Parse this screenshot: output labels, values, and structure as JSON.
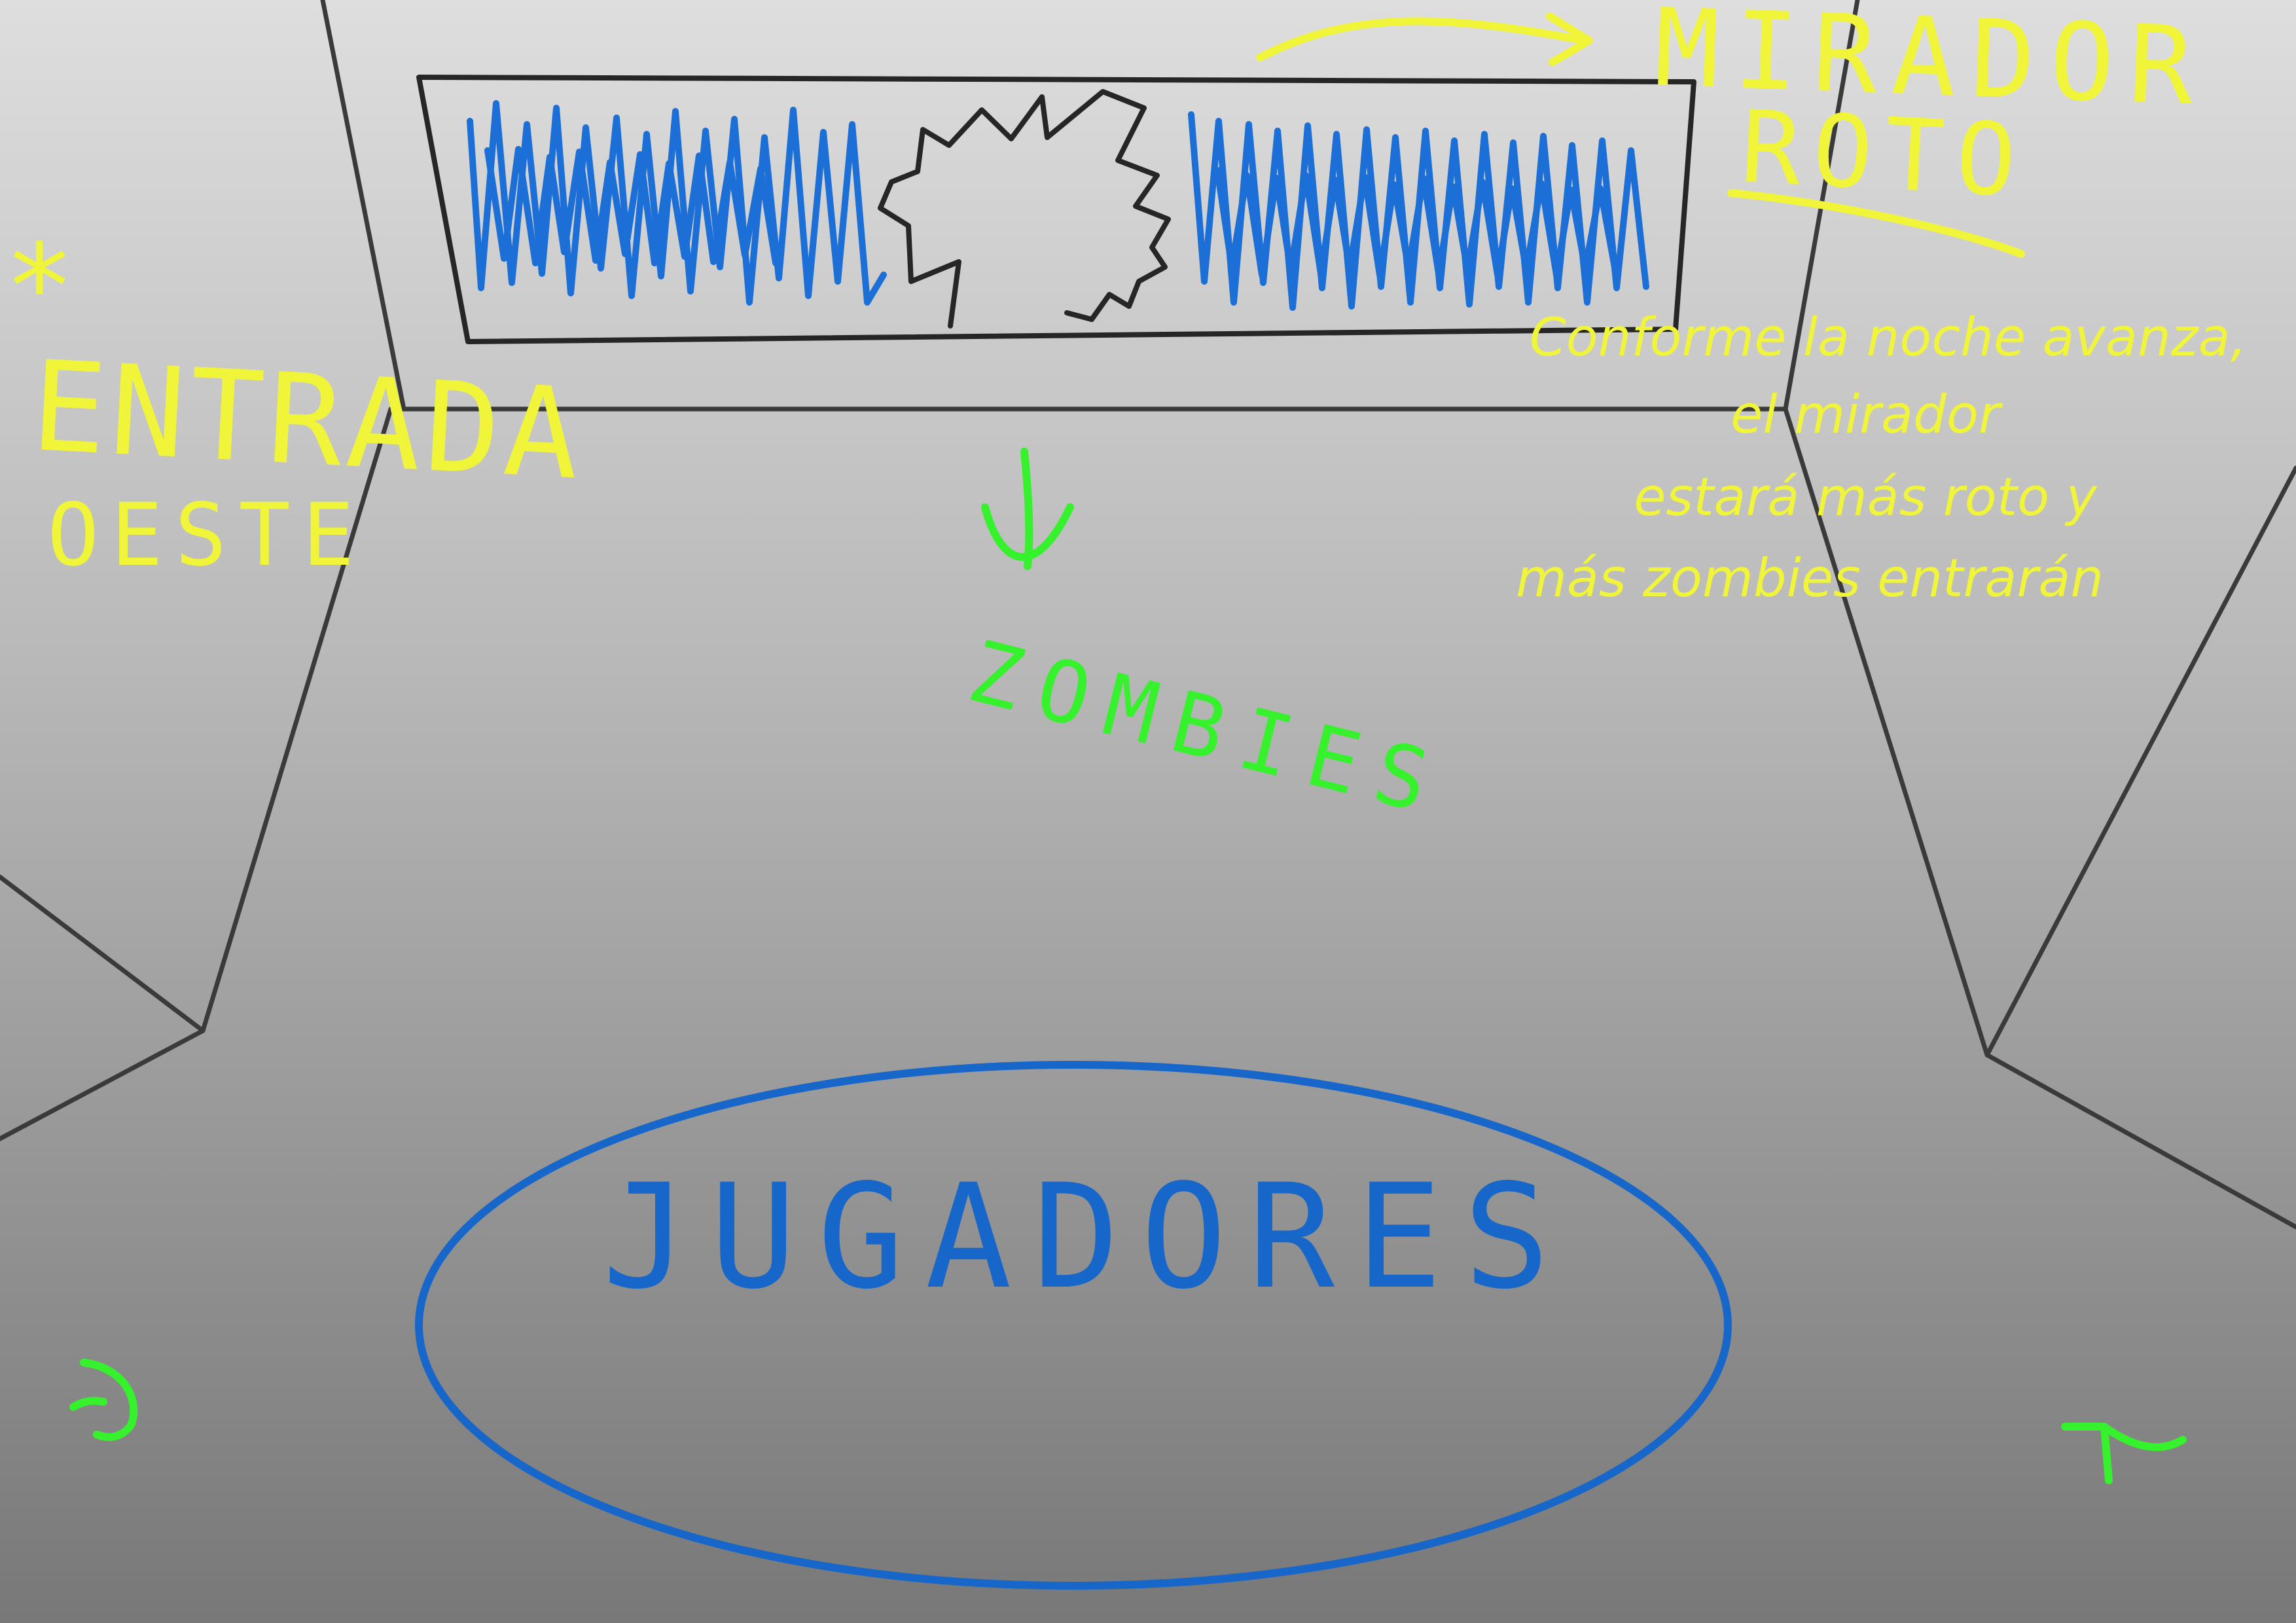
{
  "colors": {
    "wall_line": "#3a3a3a",
    "window_frame": "#262626",
    "scribble_blue": "#1c6fd6",
    "label_yellow": "#f0f53a",
    "label_green": "#35f22c",
    "players_blue": "#1766c9"
  },
  "labels": {
    "mirador_title_line1": "MIRADOR",
    "mirador_title_line2": "ROTO",
    "note_line1": "Conforme la noche avanza,",
    "note_line2": "el mirador",
    "note_line3": "estará más roto y",
    "note_line4": "más zombies entrarán",
    "entrada_asterisk": "*",
    "entrada_title": "ENTRADA",
    "entrada_subtitle": "OESTE",
    "zombies_label": "ZOMBIES",
    "players_label": "JUGADORES"
  },
  "icons": {
    "mirador_arrow": "arrow-right-icon",
    "zombies_arrow": "arrow-down-icon",
    "left_arrow": "arrow-curved-icon",
    "right_arrow": "arrow-up-left-icon"
  }
}
